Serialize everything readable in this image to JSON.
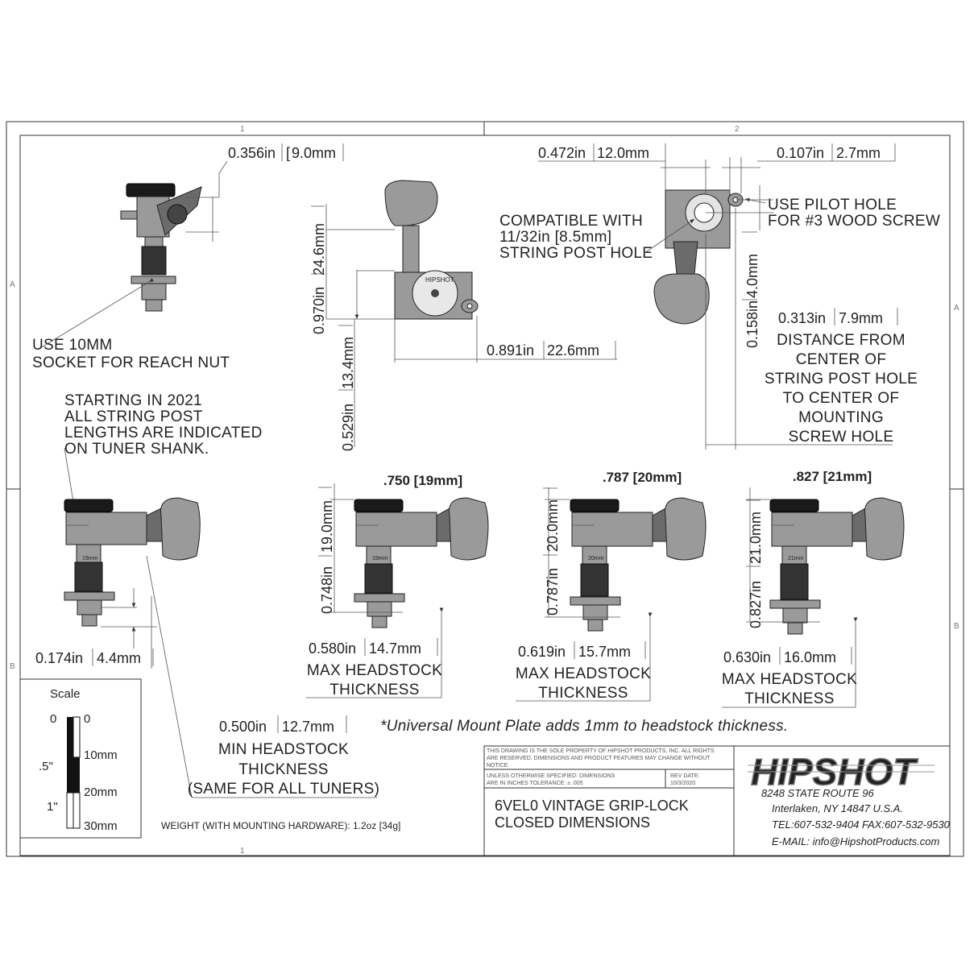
{
  "grid_labels": {
    "top_1": "1",
    "top_2": "2",
    "bottom_1": "1",
    "left_a": "A",
    "left_b": "B",
    "right_a": "A",
    "right_b": "B"
  },
  "top_left": {
    "dim": "0.356in",
    "dim_mm": "9.0mm",
    "note_line1": "USE 10MM",
    "note_line2": "SOCKET FOR REACH NUT"
  },
  "top_mid": {
    "dim_v1": "0.970in",
    "dim_v1_mm": "24.6mm",
    "dim_v2": "0.529in",
    "dim_v2_mm": "13.4mm",
    "dim_h": "0.891in",
    "dim_h_mm": "22.6mm",
    "logo_text": "HIPSHOT"
  },
  "top_right": {
    "dim_a": "0.472in",
    "dim_a_mm": "12.0mm",
    "dim_b": "0.107in",
    "dim_b_mm": "2.7mm",
    "pilot_line1": "USE PILOT HOLE",
    "pilot_line2": "FOR #3 WOOD SCREW",
    "compat_line1": "COMPATIBLE WITH",
    "compat_line2": "11/32in [8.5mm]",
    "compat_line3": "STRING POST HOLE",
    "dim_c": "0.158in",
    "dim_c_mm": "4.0mm",
    "dim_d": "0.313in",
    "dim_d_mm": "7.9mm",
    "dist_lines": [
      "DISTANCE FROM",
      "CENTER OF",
      "STRING POST HOLE",
      "TO CENTER OF",
      "MOUNTING",
      "SCREW HOLE"
    ]
  },
  "starting_note": [
    "STARTING IN 2021",
    "ALL STRING POST",
    "LENGTHS ARE INDICATED",
    "ON TUNER SHANK."
  ],
  "tuners": [
    {
      "title": ".750 [19mm]",
      "dim_v": "0.748in",
      "dim_v_mm": "19.0mm",
      "shank": "19mm",
      "max": "0.580in",
      "max_mm": "14.7mm",
      "max_l1": "MAX HEADSTOCK",
      "max_l2": "THICKNESS"
    },
    {
      "title": ".787 [20mm]",
      "dim_v": "0.787in",
      "dim_v_mm": "20.0mm",
      "shank": "20mm",
      "max": "0.619in",
      "max_mm": "15.7mm",
      "max_l1": "MAX HEADSTOCK",
      "max_l2": "THICKNESS"
    },
    {
      "title": ".827 [21mm]",
      "dim_v": "0.827in",
      "dim_v_mm": "21.0mm",
      "shank": "21mm",
      "max": "0.630in",
      "max_mm": "16.0mm",
      "max_l1": "MAX HEADSTOCK",
      "max_l2": "THICKNESS"
    }
  ],
  "left_tuner": {
    "dim": "0.174in",
    "dim_mm": "4.4mm",
    "shank": "19mm"
  },
  "min_headstock": {
    "dim": "0.500in",
    "dim_mm": "12.7mm",
    "line1": "MIN HEADSTOCK",
    "line2": "THICKNESS",
    "line3": "(SAME FOR ALL TUNERS)"
  },
  "universal_note": "*Universal Mount Plate adds 1mm to headstock thickness.",
  "scale": {
    "title": "Scale",
    "in_0": "0",
    "in_half": ".5\"",
    "in_1": "1\"",
    "mm_0": "0",
    "mm_10": "10mm",
    "mm_20": "20mm",
    "mm_30": "30mm"
  },
  "weight": "WEIGHT (WITH MOUNTING HARDWARE): 1.2oz [34g]",
  "title_block": {
    "property_line1": "THIS DRAWING IS THE SOLE PROPERTY OF HIPSHOT PRODUCTS, INC. ALL RIGHTS",
    "property_line2": "ARE RESERVED. DIMENSIONS AND PRODUCT FEATURES MAY CHANGE WITHOUT",
    "property_line3": "NOTICE.",
    "tol_line1": "UNLESS OTHERWISE SPECIFIED: DIMENSIONS",
    "tol_line2": "ARE IN INCHES TOLERANCE:  ± .005",
    "rev_label": "REV DATE:",
    "rev_date": "10/3/2020",
    "part_line1": "6VEL0 VINTAGE GRIP-LOCK",
    "part_line2": "CLOSED DIMENSIONS"
  },
  "company": {
    "logo": "HIPSHOT",
    "addr1": "8248 STATE ROUTE 96",
    "addr2": "Interlaken, NY 14847 U.S.A.",
    "phone": "TEL:607-532-9404 FAX:607-532-9530",
    "email": "E-MAIL: info@HipshotProducts.com"
  }
}
